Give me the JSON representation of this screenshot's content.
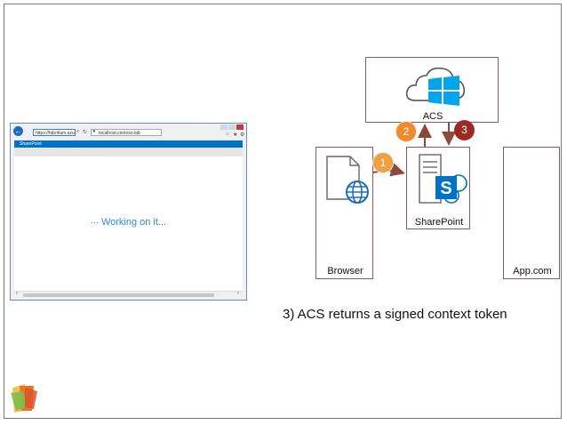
{
  "browser_window": {
    "address_text": "https://fabrikam.azur",
    "tab_text": "localhost.contoso.lab",
    "sharepoint_bar": "SharePoint",
    "status_text": "Working on it..."
  },
  "diagram": {
    "acs_label": "ACS",
    "sharepoint_label": "SharePoint",
    "browser_label": "Browser",
    "app_label": "App.com",
    "steps": [
      "1",
      "2",
      "3"
    ]
  },
  "caption": "3) ACS returns a signed context token",
  "colors": {
    "accent_blue": "#0072c6",
    "windows_blue": "#00a4ef",
    "box_border": "#8b5a5a",
    "arrow": "#8b4a3a",
    "step1_orange": "#f0a040",
    "step2_orange": "#f08a2a",
    "step3_red": "#9b2a22"
  }
}
